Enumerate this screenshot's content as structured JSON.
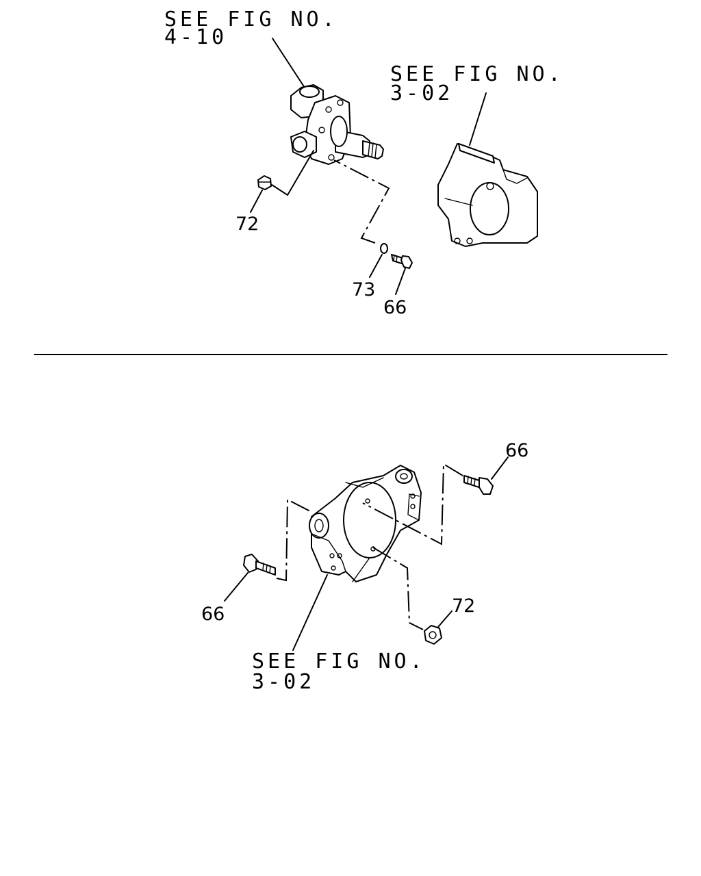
{
  "top": {
    "ref_knuckle": {
      "line1": "SEE FIG NO.",
      "line2": "4-10"
    },
    "ref_caliper": {
      "line1": "SEE FIG NO.",
      "line2": "3-02"
    },
    "callout_nut": "72",
    "callout_washer": "73",
    "callout_bolt": "66"
  },
  "bottom": {
    "ref_knuckle": {
      "line1": "SEE FIG NO.",
      "line2": "3-02"
    },
    "callout_bolt_right": "66",
    "callout_bolt_left": "66",
    "callout_nut": "72"
  }
}
